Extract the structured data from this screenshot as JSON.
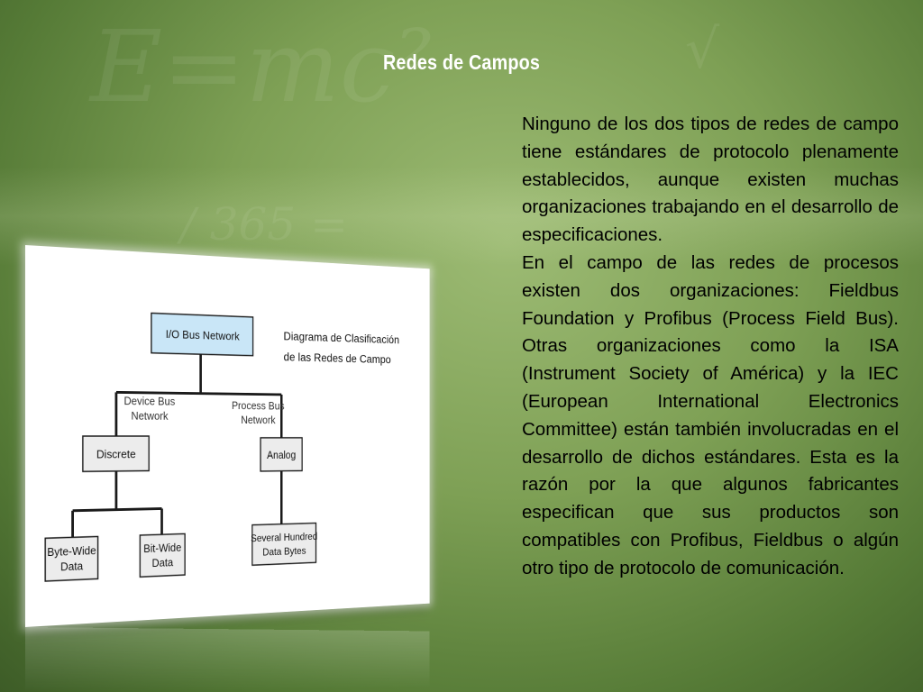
{
  "slide": {
    "title": "Redes de Campos",
    "paragraphs": [
      "Ninguno de los dos tipos de redes de campo tiene estándares de protocolo plenamente establecidos, aunque existen muchas organizaciones trabajando en el desarrollo de especificaciones.",
      "En el campo de las redes de procesos existen dos organizaciones: Fieldbus Foundation y Profibus (Process Field Bus). Otras organizaciones como la ISA (Instrument Society of América) y la IEC (European International Electronics Committee) están también involucradas en el desarrollo de dichos estándares. Esta es la razón por la que algunos fabricantes especifican que sus productos son compatibles con Profibus, Fieldbus o algún otro tipo de protocolo de comunicación."
    ]
  },
  "background_text": {
    "formula": "E=mc²",
    "symbol": "√",
    "fragment": "/ 365 ="
  },
  "diagram": {
    "caption_line1": "Diagrama de Clasificación",
    "caption_line2": "de las Redes de Campo",
    "root": "I/O Bus Network",
    "branch_left_label_line1": "Device Bus",
    "branch_left_label_line2": "Network",
    "branch_right_label_line1": "Process Bus",
    "branch_right_label_line2": "Network",
    "node_discrete": "Discrete",
    "node_analog": "Analog",
    "leaf_byte_line1": "Byte-Wide",
    "leaf_byte_line2": "Data",
    "leaf_bit_line1": "Bit-Wide",
    "leaf_bit_line2": "Data",
    "leaf_several_line1": "Several Hundred",
    "leaf_several_line2": "Data Bytes"
  },
  "colors": {
    "root_fill": "#c9e6f7",
    "box_fill": "#ececec",
    "line": "#1a1a1a"
  }
}
